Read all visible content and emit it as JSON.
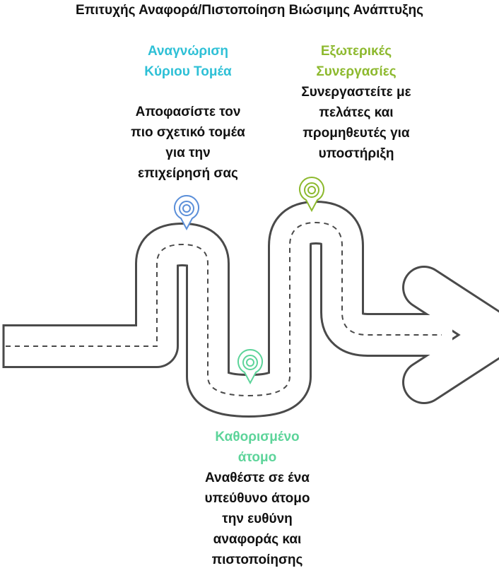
{
  "title": "Επιτυχής Αναφορά/Πιστοποίηση Βιώσιμης Ανάπτυξης",
  "colors": {
    "sector": "#2ec0d6",
    "partners": "#8db92e",
    "person": "#5dd49a",
    "sector_pin": "#5b8fd9",
    "road_stroke": "#4a4a4a",
    "text": "#111111"
  },
  "steps": [
    {
      "id": "sector",
      "heading_lines": [
        "Αναγνώριση",
        "Κύριου Τομέα"
      ],
      "desc_lines": [
        "Αποφασίστε τον",
        "πιο σχετικό τομέα",
        "για την",
        "επιχείρησή σας"
      ],
      "icon": "location-pin-icon"
    },
    {
      "id": "person",
      "heading_lines": [
        "Καθορισμένο",
        "άτομο"
      ],
      "desc_lines": [
        "Αναθέστε σε ένα",
        "υπεύθυνο άτομο",
        "την ευθύνη",
        "αναφοράς και",
        "πιστοποίησης"
      ],
      "icon": "location-pin-icon"
    },
    {
      "id": "partners",
      "heading_lines": [
        "Εξωτερικές",
        "Συνεργασίες"
      ],
      "desc_lines": [
        "Συνεργαστείτε με",
        "πελάτες και",
        "προμηθευτές για",
        "υποστήριξη"
      ],
      "icon": "location-pin-icon"
    }
  ]
}
